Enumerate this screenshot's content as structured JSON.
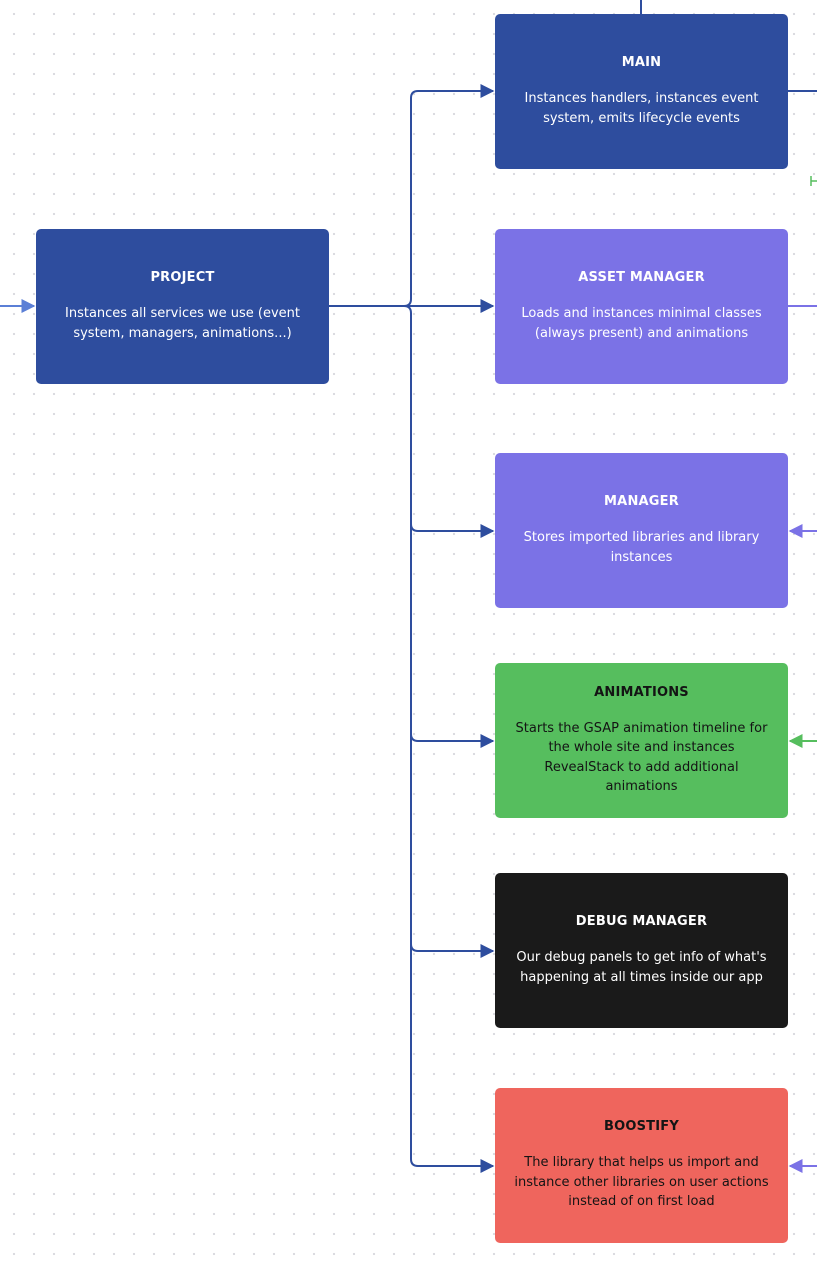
{
  "nodes": {
    "main": {
      "title": "MAIN",
      "description": "Instances handlers, instances event system, emits lifecycle events"
    },
    "project": {
      "title": "PROJECT",
      "description": "Instances all services we use (event system, managers, animations...)"
    },
    "asset_manager": {
      "title": "ASSET MANAGER",
      "description": "Loads and instances minimal classes (always present) and animations"
    },
    "manager": {
      "title": "MANAGER",
      "description": "Stores imported libraries and library instances"
    },
    "animations": {
      "title": "ANIMATIONS",
      "description": "Starts the GSAP animation timeline for the whole site and instances RevealStack to add additional animations"
    },
    "debug_manager": {
      "title": "DEBUG MANAGER",
      "description": "Our debug panels to get info of what's happening at all times inside our app"
    },
    "boostify": {
      "title": "BOOSTIFY",
      "description": "The library that helps us import and instance other libraries on user actions instead of on first load"
    }
  },
  "colors": {
    "dark_blue": "#2e4d9e",
    "purple": "#7b72e6",
    "green": "#56be5e",
    "black": "#1a1a1a",
    "red": "#ef655d",
    "connector": "#2e4d9e",
    "incoming_arrow": "#5b7fd6"
  }
}
